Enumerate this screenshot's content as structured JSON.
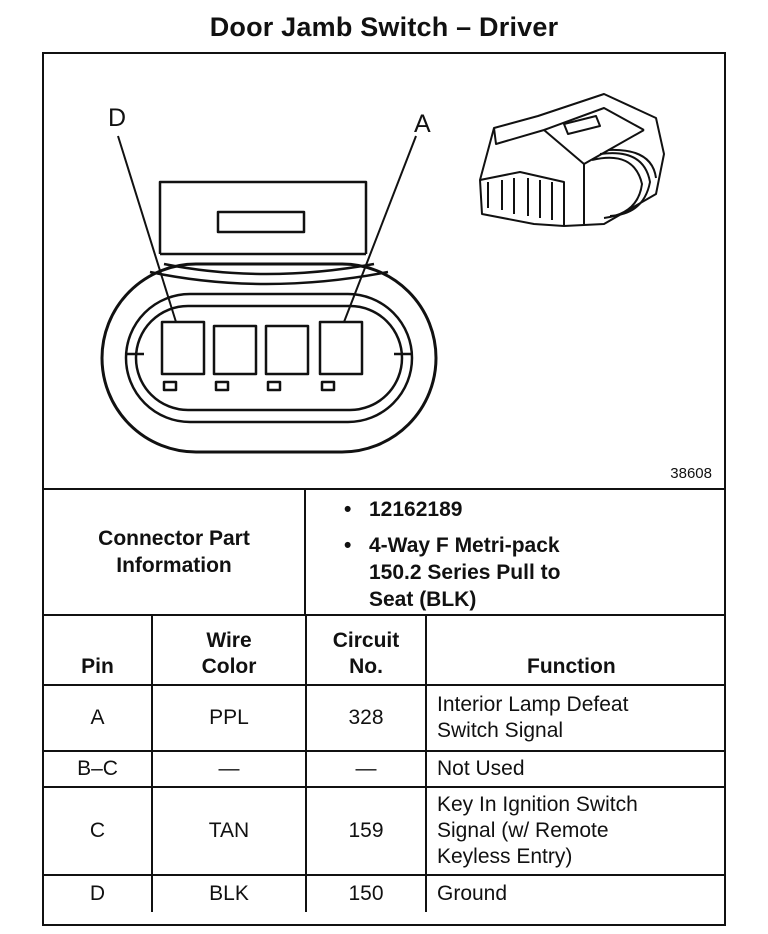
{
  "title": "Door Jamb Switch – Driver",
  "diagram": {
    "label_left": "D",
    "label_right": "A",
    "figure_number": "38608"
  },
  "connector_info": {
    "heading": "Connector Part\nInformation",
    "items": [
      "12162189",
      "4-Way F Metri-pack\n150.2 Series Pull to\nSeat (BLK)"
    ]
  },
  "table": {
    "headers": {
      "pin": "Pin",
      "wire_color": "Wire\nColor",
      "circuit_no": "Circuit\nNo.",
      "function": "Function"
    },
    "rows": [
      {
        "pin": "A",
        "wire_color": "PPL",
        "circuit_no": "328",
        "function": "Interior Lamp Defeat\nSwitch Signal"
      },
      {
        "pin": "B–C",
        "wire_color": "—",
        "circuit_no": "—",
        "function": "Not Used"
      },
      {
        "pin": "C",
        "wire_color": "TAN",
        "circuit_no": "159",
        "function": "Key In Ignition Switch\nSignal (w/ Remote\nKeyless Entry)"
      },
      {
        "pin": "D",
        "wire_color": "BLK",
        "circuit_no": "150",
        "function": "Ground"
      }
    ]
  }
}
